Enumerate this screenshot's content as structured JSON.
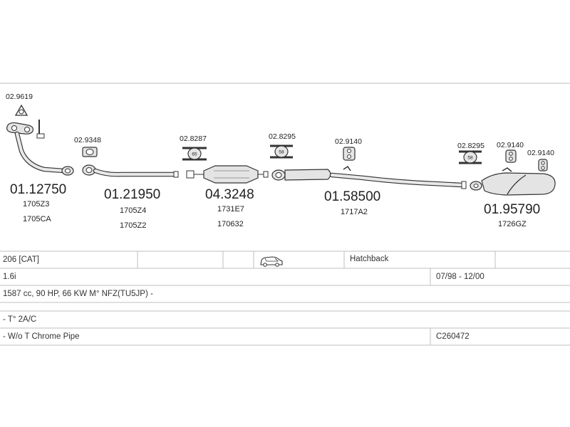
{
  "parts": {
    "downpipe": {
      "number": "01.12750",
      "refs": [
        "1705Z3",
        "1705CA"
      ]
    },
    "front_pipe": {
      "number": "01.21950",
      "refs": [
        "1705Z4",
        "1705Z2"
      ]
    },
    "catalyst": {
      "number": "04.3248",
      "refs": [
        "1731E7",
        "170632"
      ]
    },
    "center_silencer": {
      "number": "01.58500",
      "refs": [
        "1717A2"
      ]
    },
    "rear_silencer": {
      "number": "01.95790",
      "refs": [
        "1726GZ"
      ]
    }
  },
  "fittings": {
    "gasket_top": "02.9619",
    "clamp_1": "02.9348",
    "clamp_2": "02.8287",
    "clamp_3": "02.8295",
    "hanger_1": "02.9140",
    "clamp_4": "02.8295",
    "hanger_2": "02.9140",
    "hanger_3": "02.9140"
  },
  "ring_marks": {
    "r1": "65",
    "r2": "58",
    "r3": "58"
  },
  "spec": {
    "model": "206  [CAT]",
    "body": "Hatchback",
    "engine": "1.6i",
    "years": "07/98 - 12/00",
    "details": "1587 cc, 90 HP, 66 KW M° NFZ(TU5JP) -",
    "note1": "- T° 2A/C",
    "note2": "- W/o T Chrome Pipe",
    "code": "C260472"
  }
}
